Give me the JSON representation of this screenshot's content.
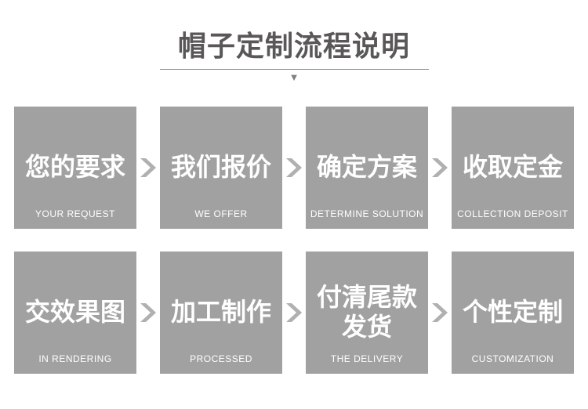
{
  "header": {
    "title": "帽子定制流程说明",
    "caret_icon": "▼"
  },
  "colors": {
    "title_text": "#595757",
    "underline": "#8e8e8e",
    "caret": "#808080",
    "step_box_bg": "#a1a1a1",
    "step_text": "#ffffff",
    "arrow": "#b0b0b0"
  },
  "rows": [
    {
      "steps": [
        {
          "zh": "您的要求",
          "en": "YOUR REQUEST"
        },
        {
          "zh": "我们报价",
          "en": "WE OFFER"
        },
        {
          "zh": "确定方案",
          "en": "DETERMINE SOLUTION"
        },
        {
          "zh": "收取定金",
          "en": "COLLECTION DEPOSIT"
        }
      ]
    },
    {
      "steps": [
        {
          "zh": "交效果图",
          "en": "IN RENDERING"
        },
        {
          "zh": "加工制作",
          "en": "PROCESSED"
        },
        {
          "zh": "付清尾款\n发货",
          "en": "THE DELIVERY"
        },
        {
          "zh": "个性定制",
          "en": "CUSTOMIZATION"
        }
      ]
    }
  ]
}
